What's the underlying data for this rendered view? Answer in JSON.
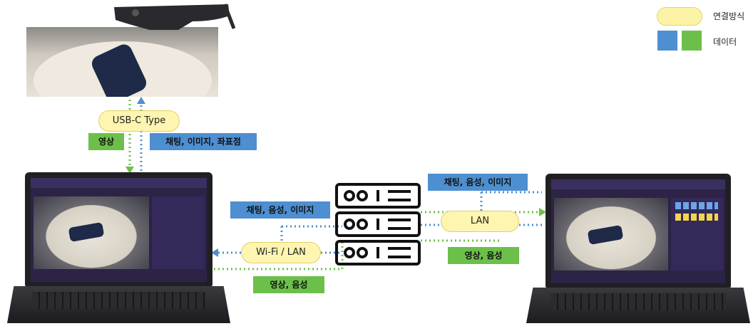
{
  "legend": {
    "connection_label": "연결방식",
    "data_label": "데이터",
    "colors": {
      "pill": "#fdf3a6",
      "blue": "#4d8fd0",
      "green": "#6cc04a"
    }
  },
  "connections": {
    "usb": "USB-C Type",
    "wifi": "Wi-Fi / LAN",
    "lan": "LAN"
  },
  "labels": {
    "glasses_video": "영상",
    "glasses_data": "채팅, 이미지, 좌표점",
    "left_data": "채팅, 음성, 이미지",
    "left_video": "영상, 음성",
    "right_data": "채팅, 음성, 이미지",
    "right_video": "영상, 음성"
  },
  "icons": {
    "glasses": "smart-glasses",
    "server": "server-rack",
    "laptop_left": "laptop",
    "laptop_right": "laptop"
  }
}
